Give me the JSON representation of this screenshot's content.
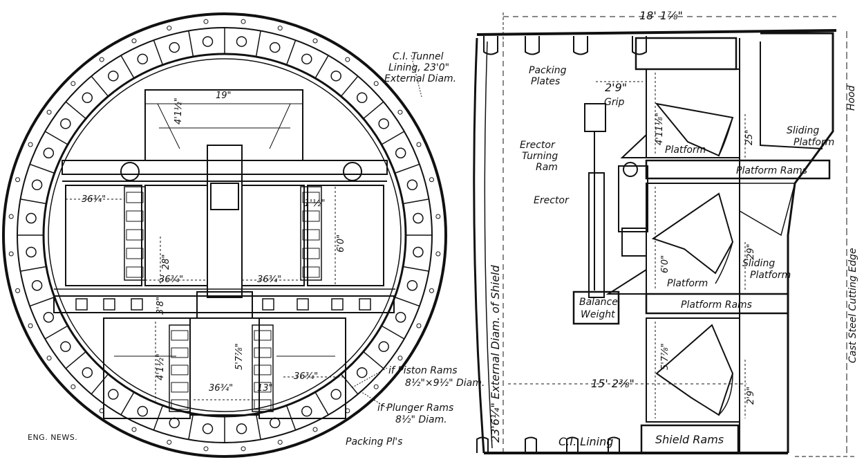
{
  "left_view": {
    "tunnel_lining": [
      "C.I. Tunnel",
      "Lining, 23'0\"",
      "External Diam."
    ],
    "dim_19": "19\"",
    "dim_4_1_half_top": "4'1½\"",
    "dim_36_3q_left": "36¾\"",
    "dim_1_half": "1'½\"",
    "dim_6_0": "6'0\"",
    "dim_28": "28\"",
    "dim_36_3q_mid_left": "36¾\"",
    "dim_36_3q_mid_right": "36¾\"",
    "dim_3_8": "3'8\"",
    "dim_4_1_half_bottom": "4'1½\"",
    "dim_5_7_8": "5'7⅞\"",
    "dim_36_3q_bottom": "36¾\"",
    "dim_13": "13\"",
    "dim_36_3q_bottom_right": "36¾\"",
    "piston_rams": [
      "if Piston Rams",
      "8½\"×9½\" Diam."
    ],
    "plunger_rams": [
      "if Plunger Rams",
      "8½\" Diam."
    ],
    "packing_pls": "Packing Pl's",
    "credit": "ENG. NEWS."
  },
  "right_view": {
    "overall_length": "18' 1⅞\"",
    "packing_plates": [
      "Packing",
      "Plates"
    ],
    "dim_29_grip": "2'9\"",
    "grip": "Grip",
    "erector_turning_ram": [
      "Erector",
      "Turning",
      "Ram"
    ],
    "erector": "Erector",
    "balance_weight": [
      "Balance",
      "Weight"
    ],
    "external_diam": "23'6¼\" External Diam. of Shield",
    "dim_4_11_8": "4'11⅛\"",
    "dim_25": "25\"",
    "sliding_platform_top": [
      "Sliding",
      "Platform"
    ],
    "platform_top": "Platform",
    "platform_rams_top": "Platform Rams",
    "dim_60": "6'0\"",
    "dim_29_mid": "29\"",
    "sliding_platform_mid": [
      "Sliding",
      "Platform"
    ],
    "platform_mid": "Platform",
    "platform_rams_mid": "Platform Rams",
    "dim_5_7_8": "5'7⅞\"",
    "dim_15_2": "15' 2⅜\"",
    "dim_29_bottom": "2'9\"",
    "ci_lining": "C.I.  Lining",
    "shield_rams": "Shield Rams",
    "hood": "Hood",
    "cutting_edge": "Cast Steel Cutting Edge"
  }
}
